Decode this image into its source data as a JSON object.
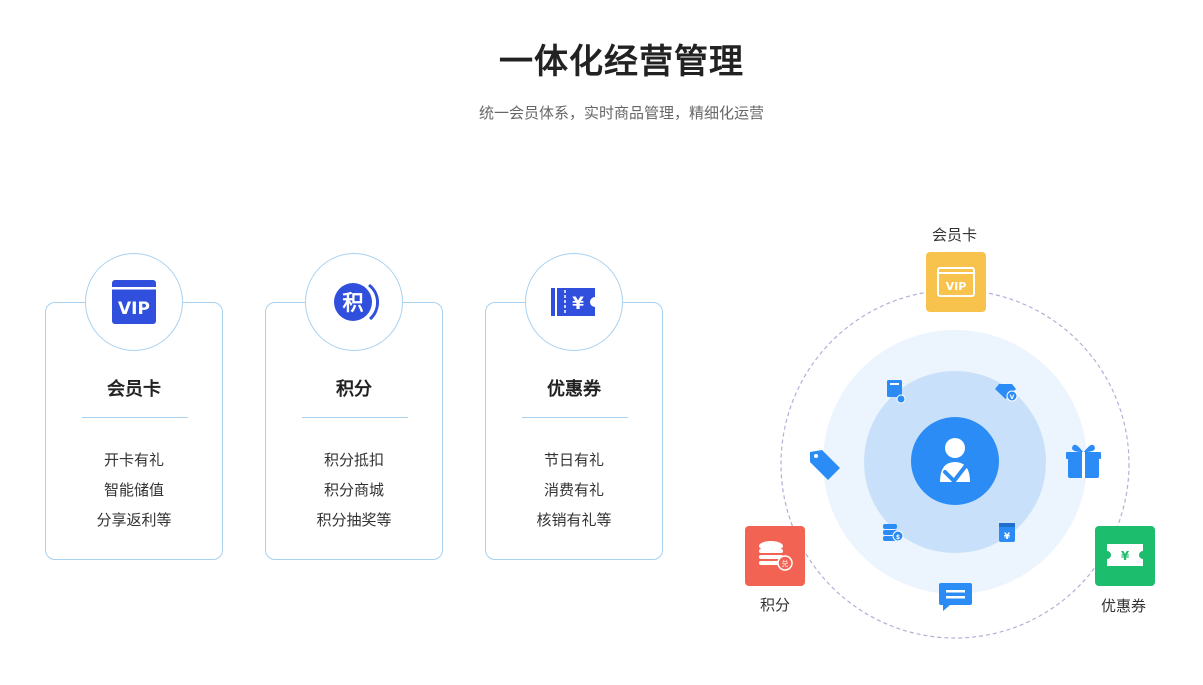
{
  "title": "一体化经营管理",
  "subtitle": "统一会员体系，实时商品管理，精细化运营",
  "cards": [
    {
      "title": "会员卡",
      "icon": "vip-card-icon",
      "badge": "VIP",
      "items": [
        "开卡有礼",
        "智能储值",
        "分享返利等"
      ]
    },
    {
      "title": "积分",
      "icon": "points-icon",
      "badge": "积",
      "items": [
        "积分抵扣",
        "积分商城",
        "积分抽奖等"
      ]
    },
    {
      "title": "优惠券",
      "icon": "coupon-icon",
      "badge": "¥",
      "items": [
        "节日有礼",
        "消费有礼",
        "核销有礼等"
      ]
    }
  ],
  "diagram": {
    "center_icon": "user-check-icon",
    "nodes": [
      {
        "label": "会员卡",
        "badge": "VIP",
        "color": "#f8c34d",
        "icon": "vip-card-icon"
      },
      {
        "label": "积分",
        "badge": "兑",
        "color": "#f26353",
        "icon": "coin-stack-icon"
      },
      {
        "label": "优惠券",
        "badge": "¥",
        "color": "#1cbd6d",
        "icon": "ticket-icon"
      }
    ],
    "inner_icons": [
      "book-heart-icon",
      "diamond-vip-icon",
      "coins-icon",
      "wallet-yen-icon"
    ],
    "outer_icons": [
      "tag-icon",
      "gift-icon",
      "message-icon"
    ],
    "inner_badges": [
      "V",
      "$",
      "¥"
    ],
    "colors": {
      "primary": "#2b8cf6",
      "ring_outer": "#ecf4fd",
      "ring_inner": "#c8e0f9",
      "dash": "#b3b0d6"
    }
  },
  "colors": {
    "card_border": "#a9d2f1",
    "icon_blue": "#2f4fdc"
  }
}
